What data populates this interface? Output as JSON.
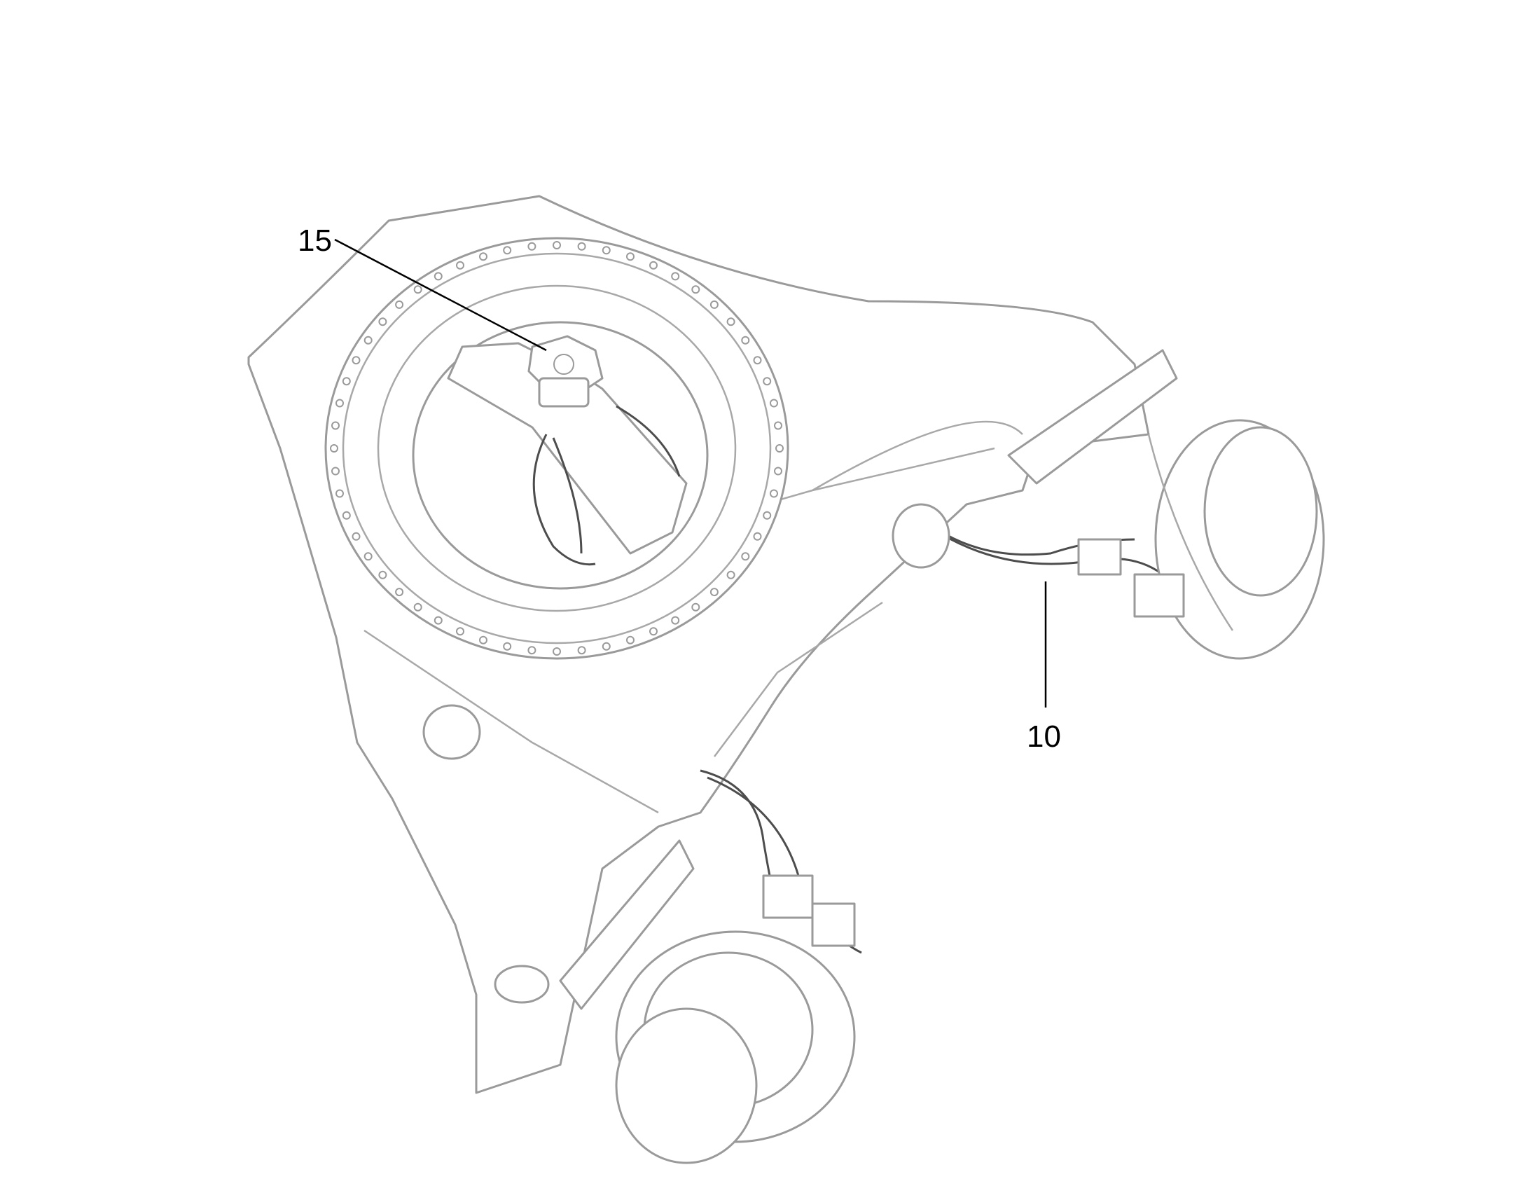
{
  "callouts": [
    {
      "id": "15",
      "label": "15"
    },
    {
      "id": "10",
      "label": "10"
    }
  ],
  "colors": {
    "line": "#9a9a9a",
    "leader": "#000000",
    "cable": "#4d4d4d",
    "background": "#ffffff"
  }
}
